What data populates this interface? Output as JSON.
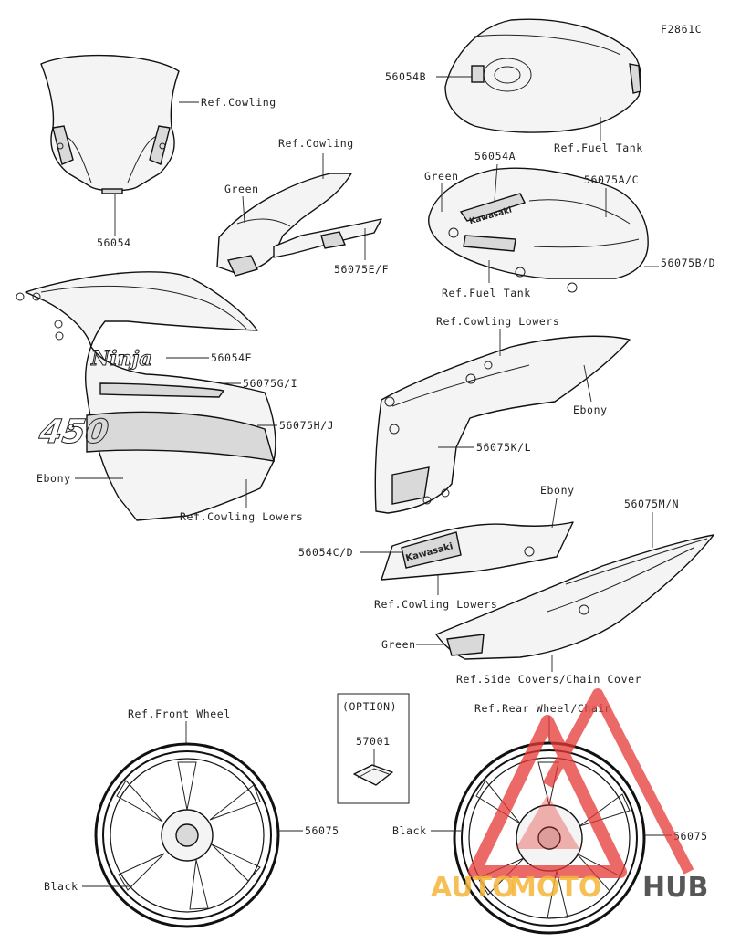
{
  "figure_code": "F2861C",
  "colors": {
    "line": "#222222",
    "watermark_red": "#e53935",
    "watermark_yellow": "#f5b63a",
    "watermark_dark": "#3a3a3a"
  },
  "watermark": {
    "part_a": "AUTO",
    "part_b": "MOTO",
    "part_c": "HUB"
  },
  "labels": {
    "windshield_ref": "Ref.Cowling",
    "windshield_num": "56054",
    "upper_ref": "Ref.Cowling",
    "upper_green": "Green",
    "upper_num": "56075E/F",
    "tank_num": "56054B",
    "tank_ref": "Ref.Fuel Tank",
    "tankcover_green": "Green",
    "tankcover_num_a": "56054A",
    "tankcover_num_ac": "56075A/C",
    "tankcover_num_bd": "56075B/D",
    "tankcover_ref": "Ref.Fuel Tank",
    "side_num_e": "56054E",
    "side_num_gi": "56075G/I",
    "side_num_hj": "56075H/J",
    "side_ebony": "Ebony",
    "side_ref": "Ref.Cowling Lowers",
    "mid_ref": "Ref.Cowling Lowers",
    "mid_ebony": "Ebony",
    "mid_num": "56075K/L",
    "lower_ebony": "Ebony",
    "lower_num": "56054C/D",
    "lower_ref": "Ref.Cowling Lowers",
    "tail_num": "56075M/N",
    "tail_green": "Green",
    "tail_ref": "Ref.Side Covers/Chain Cover",
    "option_title": "(OPTION)",
    "option_num": "57001",
    "front_ref": "Ref.Front Wheel",
    "front_num": "56075",
    "front_black": "Black",
    "rear_ref": "Ref.Rear Wheel/Chain",
    "rear_num": "56075",
    "rear_black": "Black"
  }
}
